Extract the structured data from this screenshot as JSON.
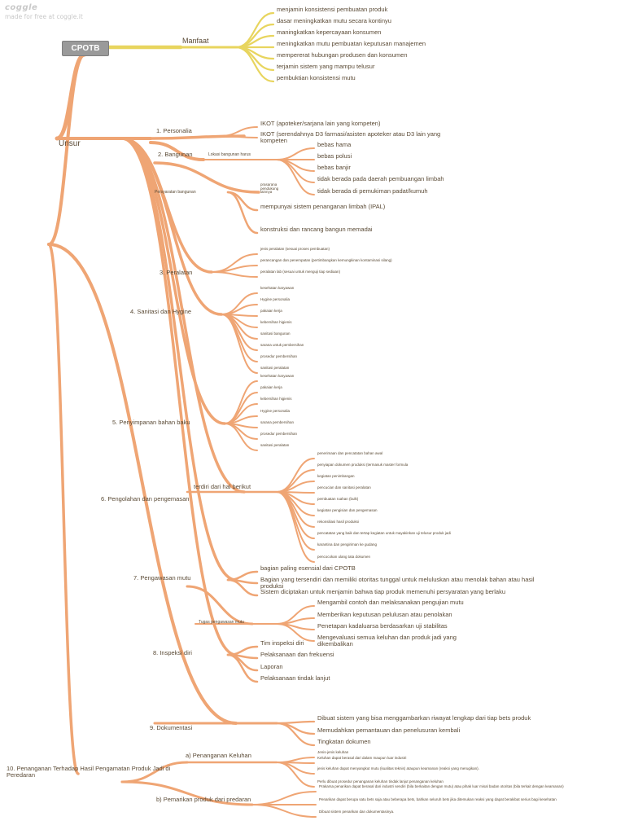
{
  "brand": {
    "logo": "coggle",
    "tagline": "made for free at coggle.it"
  },
  "colors": {
    "branch_main": "#efa574",
    "branch_top": "#e8d55e",
    "root_fill": "#9a9a9a",
    "text": "#5a4a35"
  },
  "root": "CPOTB",
  "manfaat": {
    "label": "Manfaat",
    "items": [
      "menjamin konsistensi pembuatan produk",
      "dasar meningkatkan mutu secara kontinyu",
      "maningkatkan kepercayaan konsumen",
      "meningkatkan mutu pembuatan keputusan manajemen",
      "mempererat hubungan produsen dan konsumen",
      "terjamin sistem yang mampu telusur",
      "pembuktian konsistensi mutu"
    ]
  },
  "unsur": {
    "label": "Unsur",
    "personalia": {
      "label": "1.  Personalia",
      "items": [
        "IKOT (apoteker/sarjana lain yang kompeten)",
        "IKOT (serendahnya D3 farmasi/asisten apoteker atau D3 lain yang kompeten"
      ]
    },
    "bangunan": {
      "label": "2.  Bangunan",
      "lokasi": {
        "label": "Lokasi bangunan harus",
        "items": [
          "bebas hama",
          "bebas polusi",
          "bebas banjir",
          "tidak berada pada daerah pembuangan limbah",
          "tidak berada di pemukiman padat/kumuh"
        ]
      },
      "persyaratan": {
        "label": "Persyaratan bangunan",
        "sublabel": "prasarana pendukung lainnya"
      },
      "items": [
        "mempunyai sistem penanganan limbah (IPAL)",
        "konstruksi dan rancang bangun memadai"
      ]
    },
    "peralatan": {
      "label": "3.  Peralatan",
      "items": [
        "jenis peralatan (sesuai proses pembuatan)",
        "perancangan dan penempatan (pertimbangkan kemungkinan kontaminasi silang)",
        "peralatan lab (sesuai untuk menguji tiap sediaan)"
      ]
    },
    "sanitasi": {
      "label": "4.  Sanitasi dan Hygine",
      "items": [
        "kesehatan karyawan",
        "Hygine personalia",
        "pakaian kerja",
        "kebersihan higienis",
        "sanitasi bangunan",
        "sarana untuk pembersihan",
        "prosedur pembersihan",
        "sanitasi peralatan"
      ]
    },
    "penyimpanan": {
      "label": "5.  Penyimpanan bahan baku",
      "items": [
        "kesehatan karyawan",
        "pakaian kerja",
        "kebersihan higienis",
        "Hygine personalia",
        "sarana pembersihan",
        "prosedur pembersihan",
        "sanitasi peralatan"
      ]
    },
    "pengolahan": {
      "label": "6.  Pengolahan dan pengemasan",
      "sublabel": "terdiri dari hal berikut",
      "items": [
        "penerimaan dan pencatatan bahan awal",
        "penyiapan dokumen produksi (termasuk master formula",
        "kegiatan penimbangan",
        "pencucian dan sanitasi peralatan",
        "pembuatan ruahan (bulk)",
        "kegiatan pengisian dan pengemasan",
        "rekonsiliasi hasil produksi",
        "pencatatan yang baik dan tertap kegiatan untuk mayakinkan uji telusur produk jadi",
        "karantina dan pengiriman ke gudang",
        "pencocokan ulang tata dokumen"
      ]
    },
    "pengawasan": {
      "label": "7.  Pengawasan mutu",
      "items": [
        "bagian paling esensial dari CPOTB",
        "Bagian yang tersendiri dan memiliki otoritas tunggal untuk meluluskan atau menolak bahan atau hasil produksi",
        "Sistem diciptakan untuk menjamin bahwa tiap produk memenuhi persyaratan yang berlaku"
      ],
      "tugas": {
        "label": "Tugas pengawasan mutu",
        "items": [
          "Mengambil contoh dan melaksanakan pengujian mutu",
          "Memberikan keputusan pelulusan atau penolakan",
          "Penetapan kadaluarsa berdasarkan uji stabilitas",
          "Mengevaluasi semua keluhan dan produk jadi yang dikembalikan"
        ]
      }
    },
    "inspeksi": {
      "label": "8.  Inspeksi diri",
      "items": [
        "Tim inspeksi diri",
        "Pelaksanaan dan frekuensi",
        "Laporan",
        "Pelaksanaan tindak lanjut"
      ]
    },
    "dokumentasi": {
      "label": "9.  Dokumentasi",
      "items": [
        "Dibuat sistem yang bisa menggambarkan riwayat lengkap dari tiap bets produk",
        "Memudahkan pemantauan dan penelusuran kembali",
        "Tingkatan dokumen"
      ]
    },
    "penanganan": {
      "label": "10.  Penanganan Terhadap Hasil Pengamatan Produk Jadi di Peredaran",
      "keluhan": {
        "label": "a) Penanganan Keluhan",
        "items": [
          "Jenis-jenis keluhan",
          "Keluhan dapat berasal dari dalam maupun luar industri",
          "jenis keluhan dapat menyangkut mutu (kualitas teknis) ataupun keamanan (reaksi yang merugikan).",
          "Perlu dibuat prosedur penanganan keluhan tindak lanjut penanganan keluhan"
        ]
      },
      "penarikan": {
        "label": "b) Pemarikan produk dari predaran",
        "items": [
          "Prakarsa penarikan dapat berasal dari industri sendiri (bila berkaitan dengan mutu) atau pihak luar misal badan otoritas (bila terkait dengan keamanan)",
          "Penarikan dapat berupa satu bets saja atau beberapa bets, bahkan seluruh bets jika ditemukan reaksi yang dapat berakibat serius bagi kesehatan",
          "Dibuat sistem penarikan dan dokumentasinya."
        ]
      }
    }
  }
}
